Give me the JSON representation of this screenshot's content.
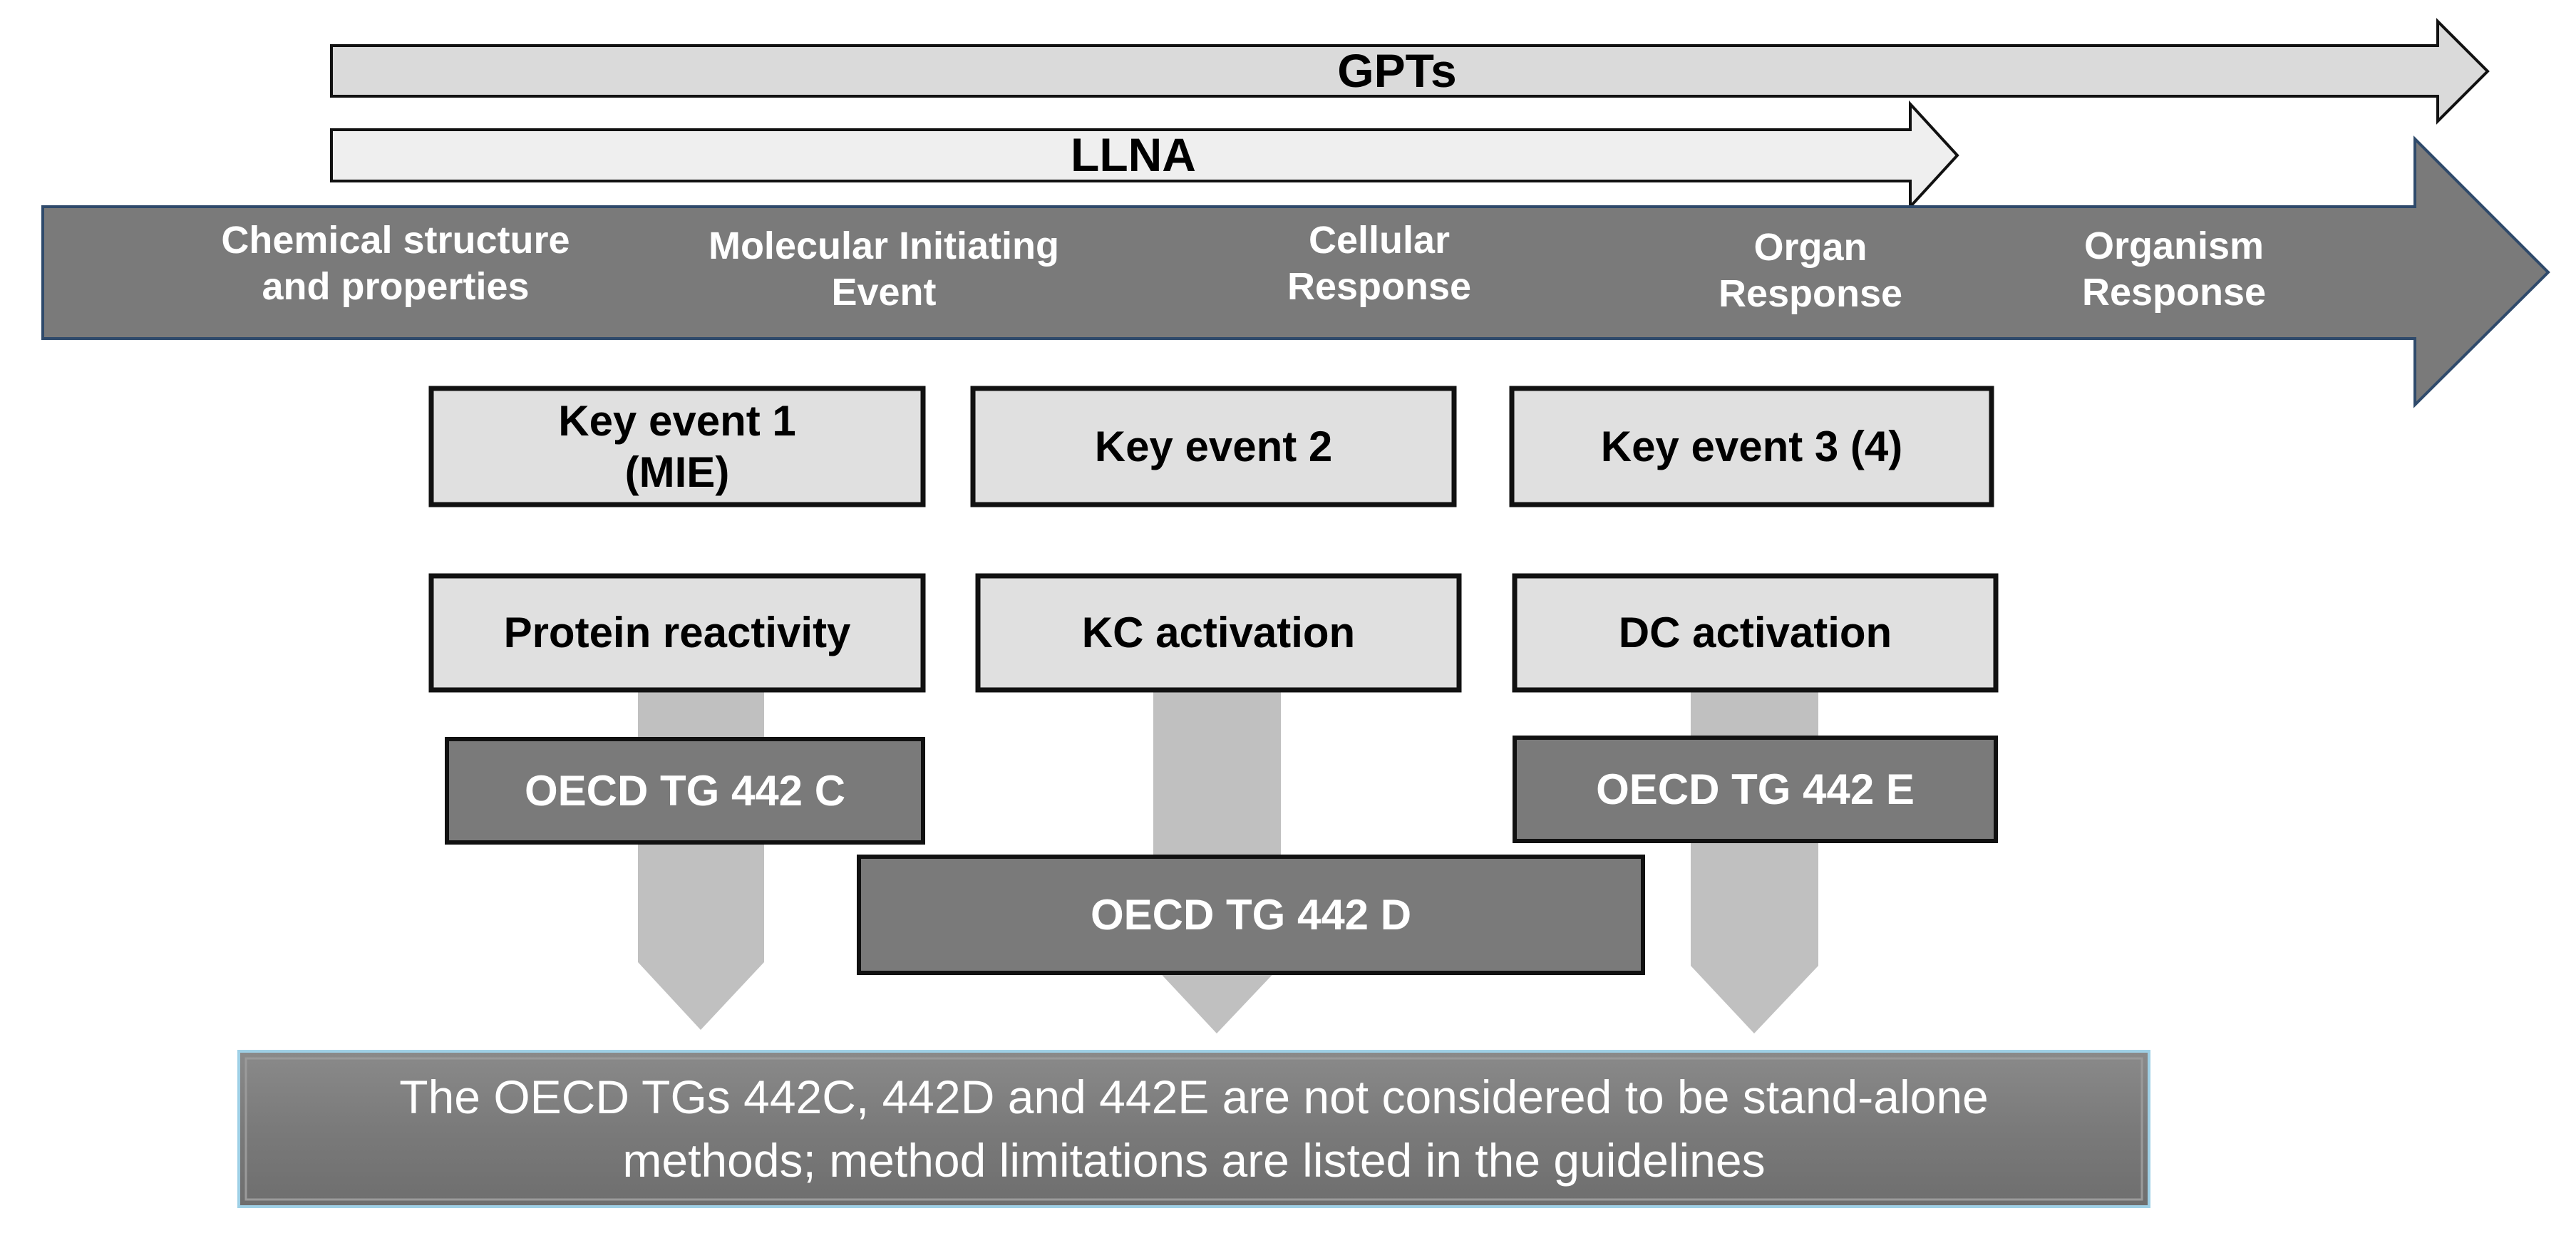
{
  "colors": {
    "top_arrow_fill": "#dadada",
    "top_arrow_stroke": "#111111",
    "second_arrow_fill": "#efefef",
    "band_fill": "#7a7a7a",
    "band_stroke": "#2f4a6b",
    "event_box_fill": "#e0e0e0",
    "event_box_stroke": "#111111",
    "test_box_fill": "#7a7a7a",
    "connector_fill": "#c0c0c0",
    "note_fill": "#7c7c7c",
    "note_border": "#9fd0e6"
  },
  "arrows": {
    "gpts": "GPTs",
    "llna": "LLNA"
  },
  "pathway": {
    "stages": [
      "Chemical structure\nand properties",
      "Molecular Initiating\nEvent",
      "Cellular\nResponse",
      "Organ\nResponse",
      "Organism\nResponse"
    ]
  },
  "key_events": [
    "Key event 1\n(MIE)",
    "Key event 2",
    "Key event 3 (4)"
  ],
  "processes": [
    "Protein reactivity",
    "KC activation",
    "DC activation"
  ],
  "tests": {
    "c": "OECD TG 442 C",
    "d": "OECD TG 442 D",
    "e": "OECD TG 442 E"
  },
  "note": "The OECD TGs 442C, 442D and 442E are not considered to be stand-alone\nmethods; method limitations are listed in the guidelines"
}
